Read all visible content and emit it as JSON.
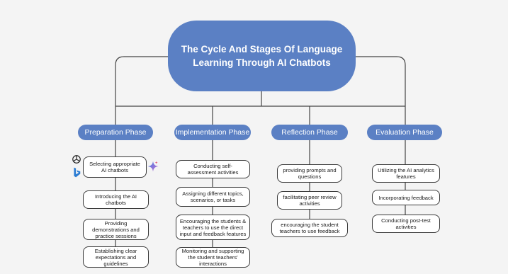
{
  "title": "The Cycle And Stages Of Language Learning Through AI Chatbots",
  "phases": [
    {
      "label": "Preparation Phase",
      "steps": [
        "Selecting appropriate AI chatbots",
        "Introducing the AI chatbots",
        "Providing demonstrations and practice sessions",
        "Establishing clear expectations and guidelines"
      ]
    },
    {
      "label": "Implementation Phase",
      "steps": [
        "Conducting self-assessment activities",
        "Assigning different topics, scenarios, or tasks",
        "Encouraging the students & teachers to use the direct input and feedback features",
        "Monitoring and supporting the student teachers' interactions"
      ]
    },
    {
      "label": "Reflection Phase",
      "steps": [
        "providing prompts and questions",
        "facilitating peer review activities",
        "encouraging the student teachers to use feedback"
      ]
    },
    {
      "label": "Evaluation Phase",
      "steps": [
        "Utilizing the AI analytics features",
        "Incorporating feedback",
        "Conducting post-test activities"
      ]
    }
  ],
  "icons": [
    "openai-logo-icon",
    "bing-logo-icon",
    "gemini-sparkle-icon"
  ],
  "colors": {
    "accent": "#5b80c4",
    "background": "#f4f4f4",
    "line": "#444444"
  }
}
